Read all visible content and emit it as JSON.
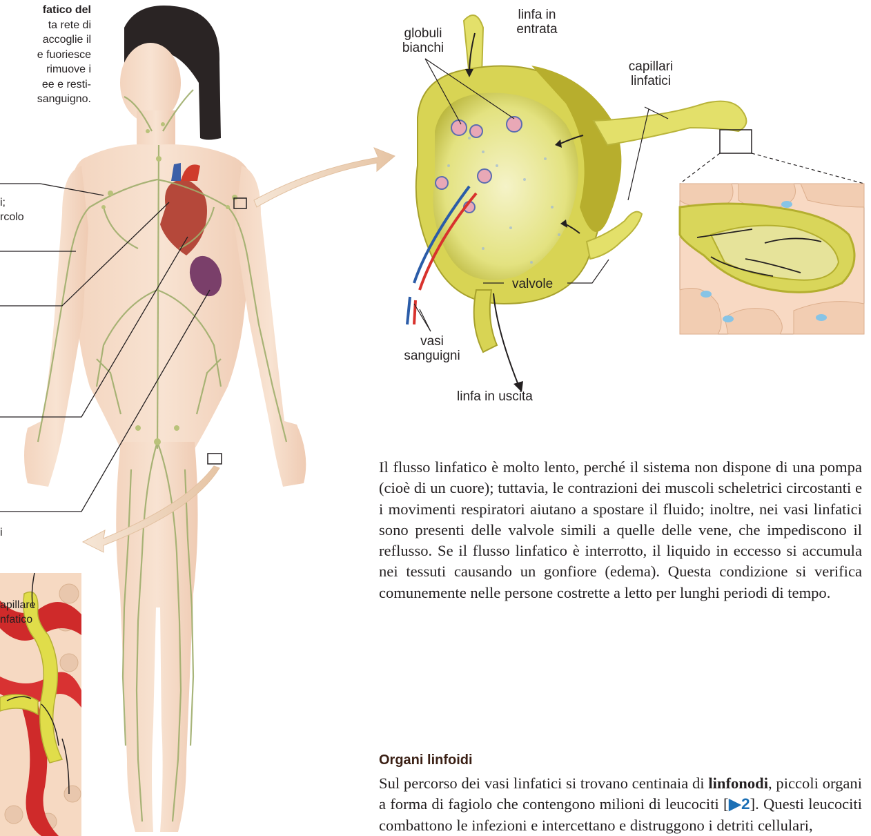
{
  "caption": {
    "lines": [
      "fatico del",
      "ta rete di",
      "accoglie il",
      "e fuoriesce",
      "rimuove i",
      "ee e resti-",
      "sanguigno."
    ]
  },
  "left_labels": {
    "l1": "i;",
    "l2": "rcolo",
    "l3": "i",
    "l4": "apillare",
    "l5": "nfatico"
  },
  "node_labels": {
    "linfa_in_entrata": [
      "linfa in",
      "entrata"
    ],
    "globuli_bianchi": [
      "globuli",
      "bianchi"
    ],
    "capillari_linfatici": [
      "capillari",
      "linfatici"
    ],
    "valvole": "valvole",
    "vasi_sanguigni": [
      "vasi",
      "sanguigni"
    ],
    "linfa_in_uscita": "linfa in uscita"
  },
  "paragraph1": "Il flusso linfatico è molto lento, perché il sistema non dispone di una pompa (cioè di un cuore); tuttavia, le contrazioni dei muscoli scheletrici circostanti e i movimenti respiratori aiutano a spostare il fluido; inoltre, nei vasi linfatici sono presenti delle valvole simili a quelle delle vene, che impediscono il reflusso. Se il flusso linfatico è interrotto, il liquido in eccesso si accumula nei tessuti causando un gonfiore (edema). Questa condizione si verifica comunemente nelle persone costrette a letto per lunghi periodi di tempo.",
  "section_heading": "Organi linfoidi",
  "paragraph2": {
    "before": "Sul percorso dei vasi linfatici si trovano centinaia di ",
    "bold": "linfonodi",
    "middle": ", piccoli organi a forma di fagiolo che contengono milioni di leucociti [",
    "ref": "▶2",
    "after": "]. Questi leucociti combattono le infezioni e intercettano e distruggono i detriti cellulari,"
  }
}
